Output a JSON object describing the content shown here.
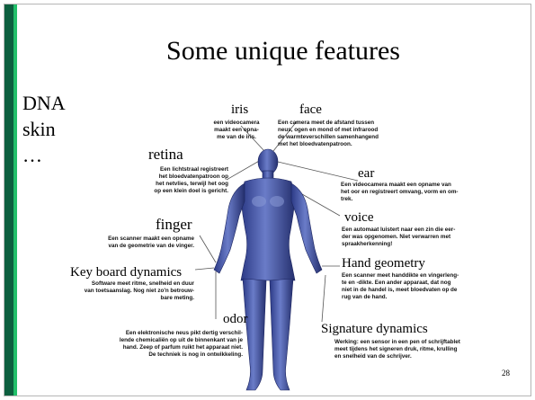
{
  "slide": {
    "title": "Some unique features",
    "left_list": [
      "DNA",
      "skin",
      "…"
    ],
    "page_number": "28"
  },
  "features": {
    "iris": {
      "label": "iris",
      "desc": "een videocamera\nmaakt een opna-\nme van de iris."
    },
    "face": {
      "label": "face",
      "desc": "Een camera meet de afstand tussen\nneus, ogen en mond of met infrarood\nde warmteverschillen samenhangend\nmet het bloedvatenpatroon."
    },
    "retina": {
      "label": "retina",
      "desc": "Een lichtstraal registreert\nhet bloedvatenpatroon op\nhet netvlies, terwijl het oog\nop een klein doel is gericht."
    },
    "ear": {
      "label": "ear",
      "desc": "Een videocamera maakt een opname van\nhet oor en registreert omvang, vorm en om-\ntrek."
    },
    "voice": {
      "label": "voice",
      "desc": "Een automaat luistert naar een zin die eer-\nder was opgenomen. Niet verwarren met\nspraakherkenning!"
    },
    "finger": {
      "label": "finger",
      "desc": "Een scanner maakt een opname\nvan de geometrie van de vinger."
    },
    "keyboard": {
      "label": "Key board dynamics",
      "desc": "Software meet ritme, snelheid en duur\nvan toetsaanslag. Nog niet zo'n betrouw-\nbare meting."
    },
    "hand": {
      "label": "Hand geometry",
      "desc": "Een scanner meet handdikte en vingerleng-\nte en -dikte. Een ander apparaat, dat nog\nniet in de handel is, meet bloedvaten op de\nrug van de hand."
    },
    "odor": {
      "label": "odor",
      "desc": "Een elektronische neus pikt dertig verschil-\nlende chemicaliën op uit de binnenkant van je\nhand. Zeep of parfum ruikt het apparaat niet.\nDe techniek is nog in ontwikkeling."
    },
    "signature": {
      "label": "Signature dynamics",
      "desc": "Werking: een sensor in een pen of schrijftablet\nmeet tijdens het signeren druk, ritme, krulling\nen snelheid van de schrijver."
    }
  },
  "colors": {
    "accent_dark": "#0d5f3f",
    "accent_light": "#22c06a",
    "figure_blue": "#4a5aa8"
  }
}
